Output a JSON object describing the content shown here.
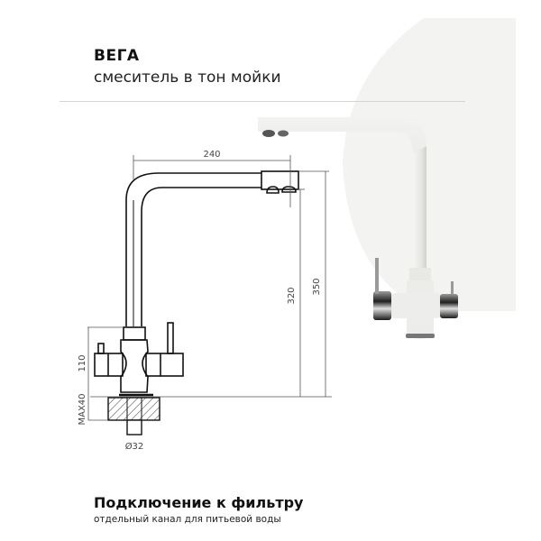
{
  "header": {
    "title": "ВЕГА",
    "subtitle": "смеситель в тон мойки"
  },
  "drawing": {
    "dimensions": {
      "spout_reach": "240",
      "spout_height": "320",
      "total_height": "350",
      "body_height": "110",
      "max_countertop": "MAX40",
      "mount_diameter": "Ø32"
    }
  },
  "photo": {
    "subject": "faucet-photo",
    "color": "#ececea",
    "background_shape_color": "#f3f3f2"
  },
  "footer": {
    "title": "Подключение к фильтру",
    "subtitle": "отдельный канал для питьевой воды"
  }
}
